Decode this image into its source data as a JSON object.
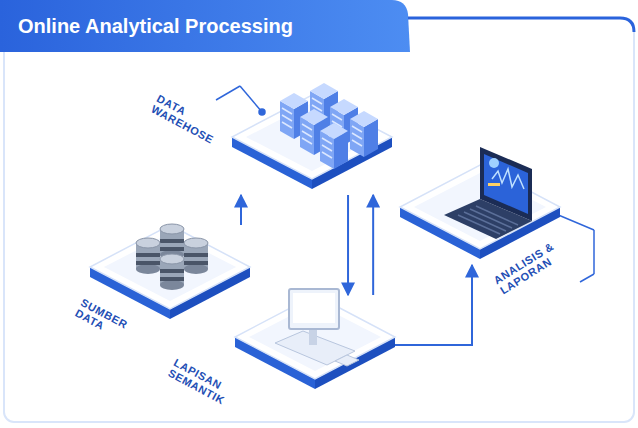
{
  "diagram": {
    "title": "Online Analytical Processing",
    "nodes": [
      {
        "text": [
          "DATA WAREHOSE"
        ]
      },
      {
        "text": [
          "SUMBER DATA"
        ]
      },
      {
        "text": [
          "ANALISIS & LAPORAN"
        ]
      },
      {
        "text": [
          "LAPISAN SEMANTIK"
        ]
      }
    ],
    "edges": [
      {
        "from": 1,
        "to": 0,
        "arrow": "to"
      },
      {
        "from": 0,
        "to": 3,
        "arrow": "to"
      },
      {
        "from": 3,
        "to": 0,
        "arrow": "to"
      },
      {
        "from": 3,
        "to": 2,
        "arrow": "to"
      }
    ]
  }
}
